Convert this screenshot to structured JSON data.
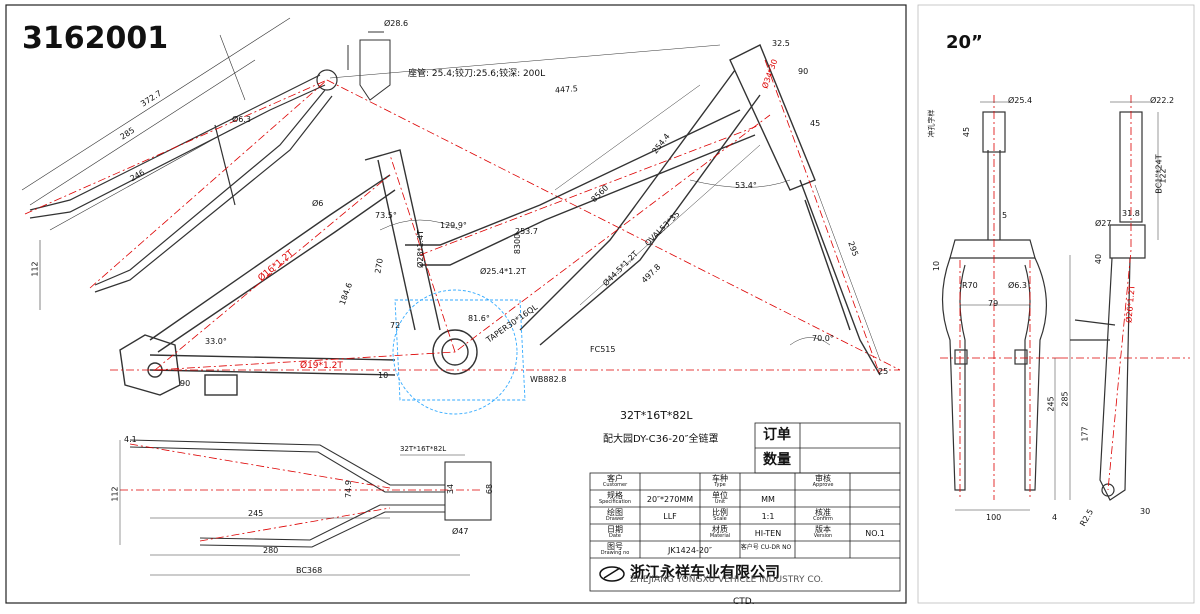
{
  "drawing": {
    "number": "3162001",
    "wheel_size": "20”",
    "seat_note": "座管: 25.4;铰刀:25.6;铰深: 200L",
    "top_dim": "Ø28.6",
    "chain_spec": "32T*16T*82L",
    "chainguard": "配大园DY-C36-20″全链罩"
  },
  "dimensions": {
    "rear_main": [
      "372.7",
      "285",
      "246",
      "112",
      "Ø6.3"
    ],
    "top": [
      "447.5",
      "254.4",
      "497.8",
      "295",
      "32.5",
      "90",
      "45",
      "53.4°",
      "Ø34*30"
    ],
    "center": [
      "253.7",
      "8300",
      "Ø25.4*1.2T",
      "Ø44.5*1.2T",
      "OVAL53*35",
      "8560",
      "129.9°",
      "73.5°",
      "Ø28*1.4T",
      "270",
      "184.6",
      "Ø16*1.2T",
      "Ø6",
      "Ø19*1.2T",
      "33.0°",
      "TAPER30*16QL",
      "81.6°",
      "72",
      "90",
      "WB882.8",
      "FC515",
      "70.0°",
      "25",
      "10"
    ],
    "bottom": [
      "4.1",
      "112",
      "245",
      "280",
      "BC368",
      "74.9",
      "34",
      "68",
      "Ø47",
      "32T*16T*82L"
    ],
    "fork": [
      "Ø25.4",
      "45",
      "Ø22.2",
      "BC1”*24T",
      "122",
      "Ø27",
      "31.8",
      "40",
      "Ø26*1.2T",
      "R70",
      "Ø6.3",
      "79",
      "10",
      "5",
      "285",
      "245",
      "177",
      "100",
      "4",
      "R2.5",
      "30",
      "冲孔字样"
    ]
  },
  "title_block": {
    "order_label": "订单",
    "qty_label": "数量",
    "customer_cn": "客户",
    "customer_en": "Customer",
    "spec_cn": "规格",
    "spec_en": "Specification",
    "spec_val": "20″*270MM",
    "drawn_cn": "绘图",
    "drawn_en": "Drawer",
    "drawn_val": "LLF",
    "date_cn": "日期",
    "date_en": "Date",
    "dwgno_cn": "图号",
    "dwgno_en": "Drawing no",
    "dwgno_val": "JK1424-20″",
    "type_cn": "车种",
    "type_en": "Type",
    "unit_cn": "单位",
    "unit_en": "Unit",
    "unit_val": "MM",
    "scale_cn": "比例",
    "scale_en": "Scale",
    "scale_val": "1:1",
    "material_cn": "材质",
    "material_en": "Material",
    "material_val": "HI-TEN",
    "custno_label": "客户号 CU-DR NO",
    "review_cn": "审核",
    "review_en": "Approve",
    "confirm_cn": "核准",
    "confirm_en": "Confirm",
    "version_cn": "版本",
    "version_en": "Version",
    "version_val": "NO.1",
    "company_cn": "浙江永祥车业有限公司",
    "company_en": "ZHEJIANG YONGXU VEHICLE INDUSTRY CO.",
    "company_en2": "CTD."
  }
}
